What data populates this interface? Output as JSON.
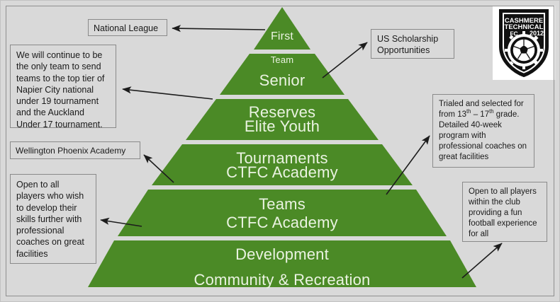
{
  "diagram": {
    "title": "Cashmere Technical FC Player Pathway Pyramid",
    "background_color": "#d9d9d9",
    "tier_color": "#4b8a26",
    "tier_text_color": "#eaf3e1"
  },
  "pyramid": {
    "tiers": [
      {
        "id": "first-team",
        "line1": "First",
        "line2": "Team"
      },
      {
        "id": "senior-reserves",
        "line1": "Senior",
        "line2": "Reserves"
      },
      {
        "id": "elite-youth",
        "line1": "Elite Youth",
        "line2": "Tournaments"
      },
      {
        "id": "academy-teams",
        "line1": "CTFC Academy",
        "line2": "Teams"
      },
      {
        "id": "academy-development",
        "line1": "CTFC Academy",
        "line2": "Development"
      },
      {
        "id": "community",
        "line1": "Community & Recreation",
        "line2": ""
      }
    ]
  },
  "callouts": {
    "national_league": "National League",
    "napier": "We will continue to be the only team to send teams to the top tier of Napier City national under 19 tournament and the Auckland Under 17 tournament.",
    "wellington_phoenix": "Wellington Phoenix Academy",
    "open_to_all_develop": "Open to all players who wish to develop their skills further with professional coaches on great facilities",
    "us_scholarship": "US Scholarship Opportunities",
    "trialled_prefix": "Trialed and selected for from 13",
    "trialled_sup1": "th",
    "trialled_mid": " – 17",
    "trialled_sup2": "th",
    "trialled_suffix": " grade. Detailed 40-week program with professional coaches on great facilities",
    "open_to_all_club": "Open to all players within the club providing a fun football experience for all"
  },
  "logo": {
    "line1": "CASHMERE",
    "line2": "TECHNICAL",
    "line3": "FC",
    "year": "2012",
    "alt": "Cashmere Technical FC crest"
  }
}
